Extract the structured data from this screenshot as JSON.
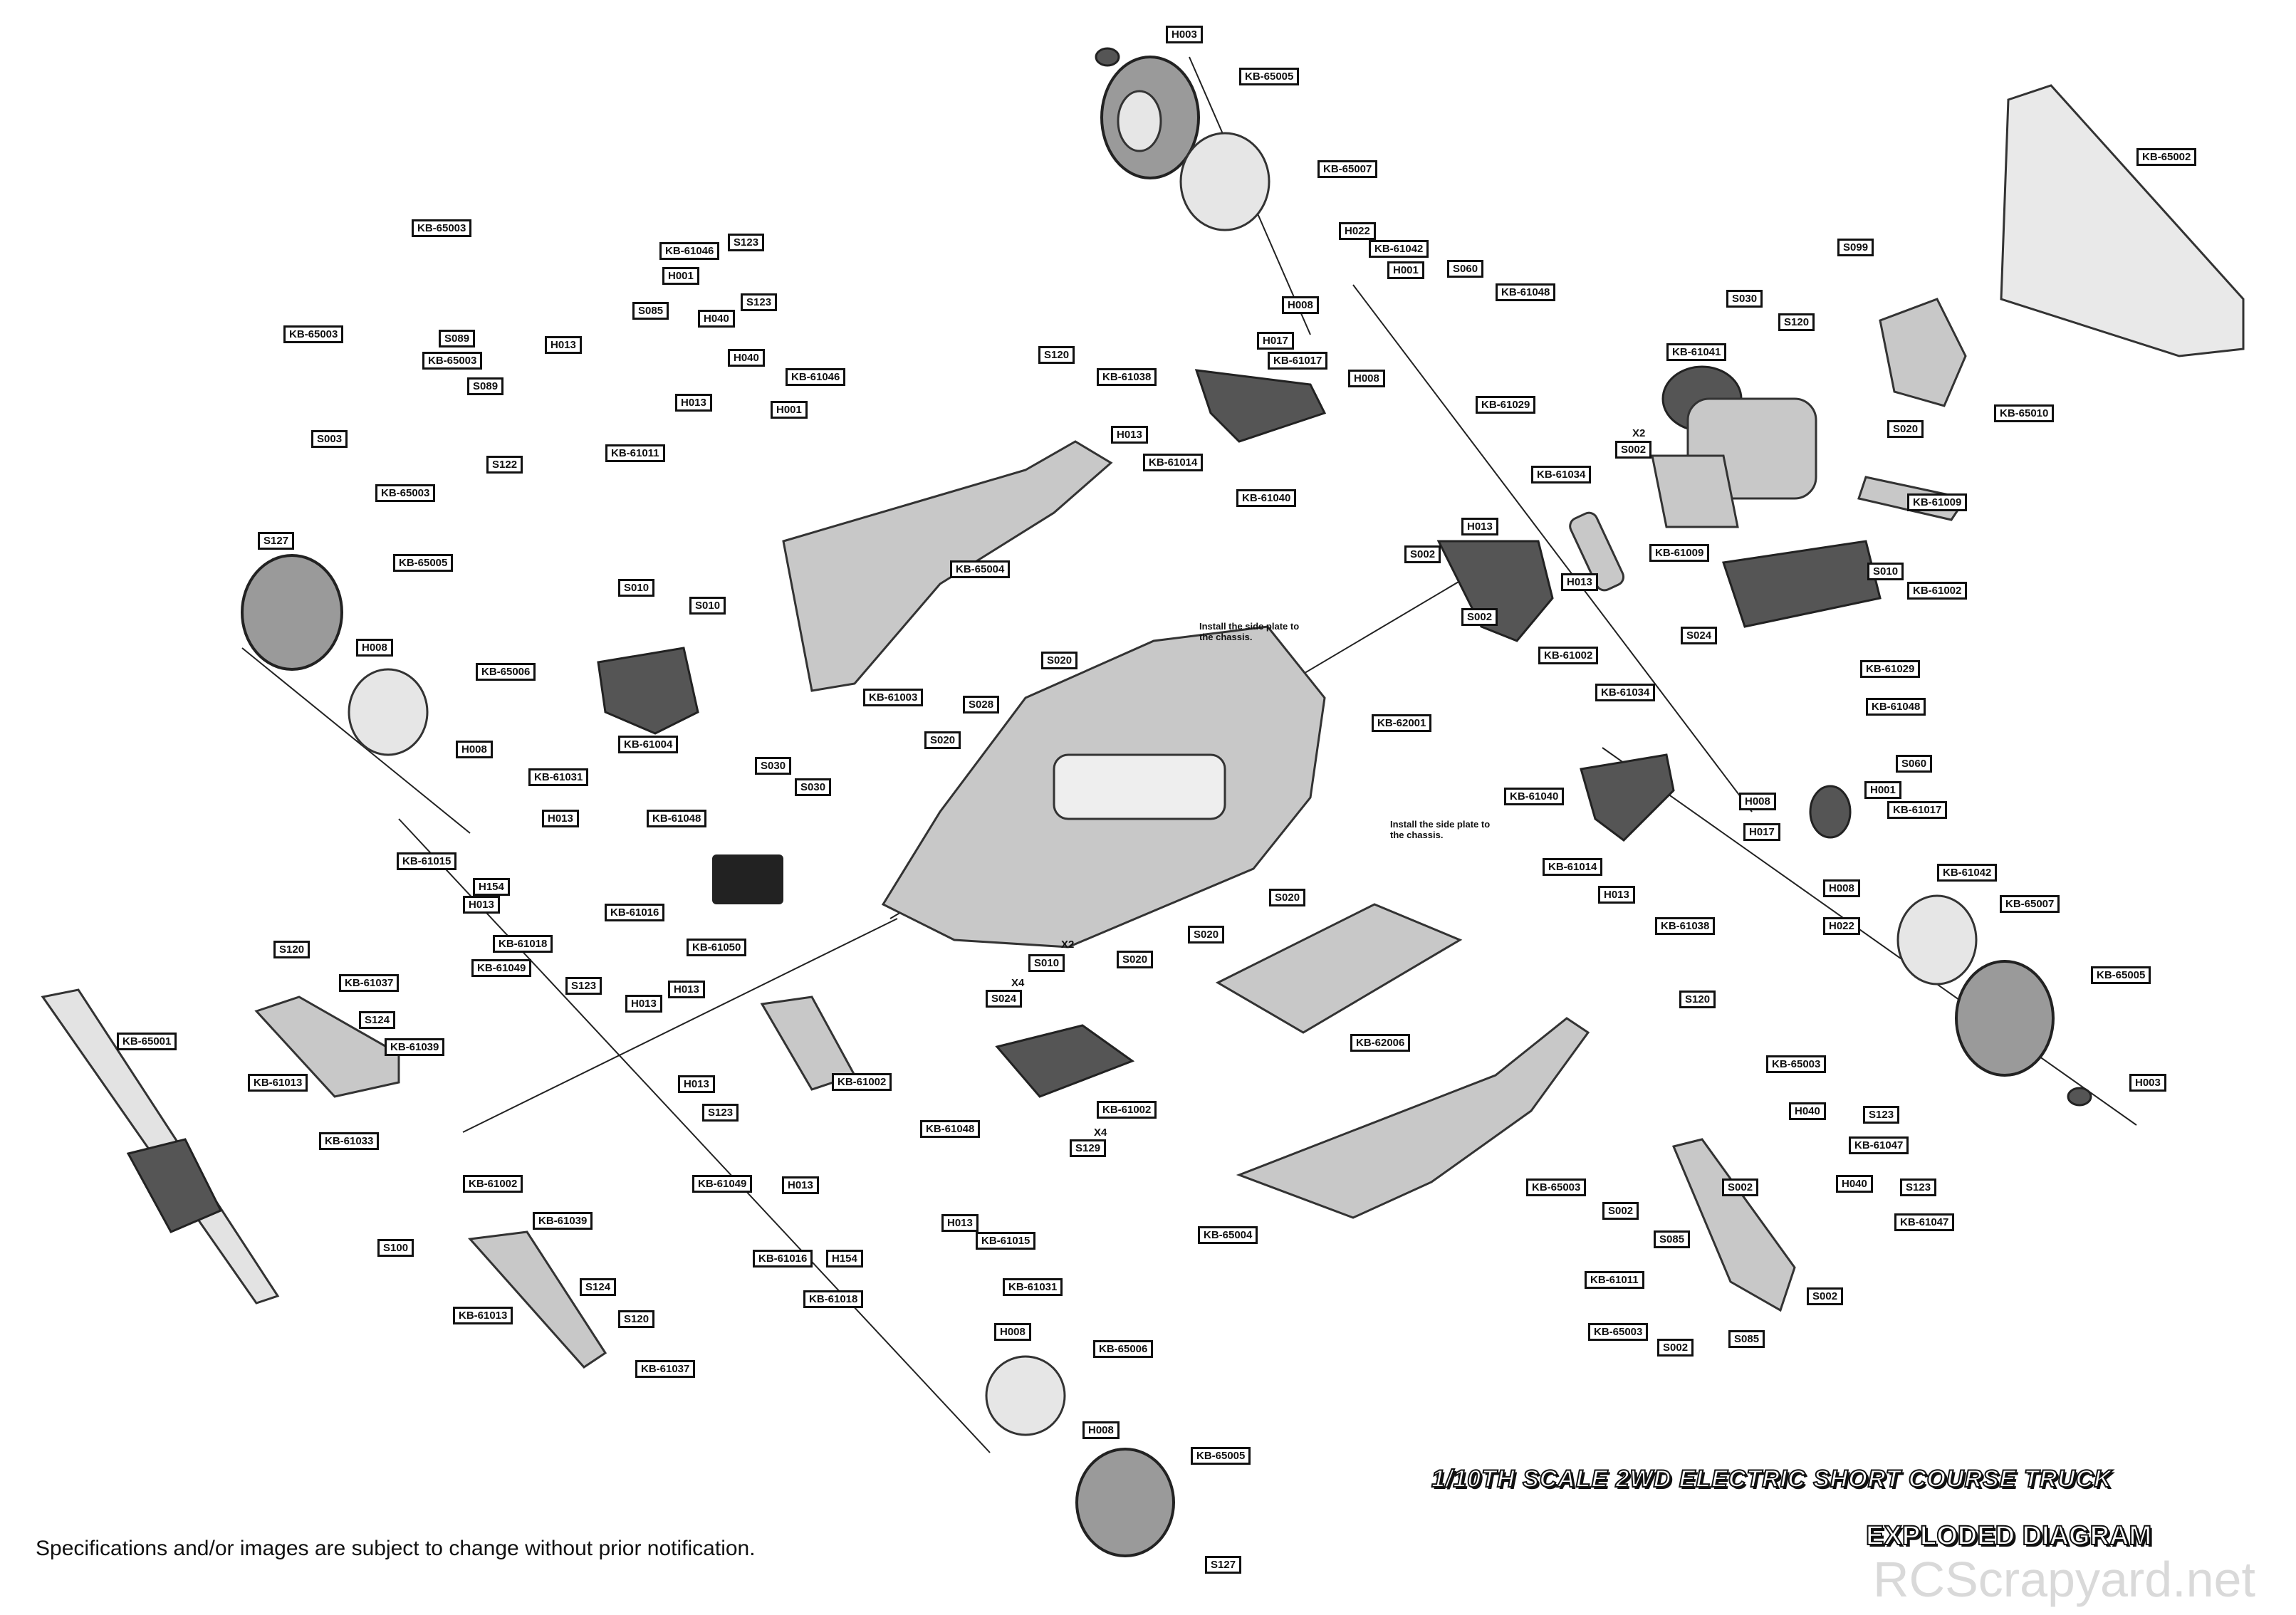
{
  "title": "1/10TH SCALE 2WD ELECTRIC SHORT COURSE TRUCK",
  "subtitle": "EXPLODED DIAGRAM",
  "disclaimer": "Specifications and/or images are subject to change without prior notification.",
  "watermark": "RCScrapyard.net",
  "notes": [
    "Install the side plate to the chassis.",
    "Install the side plate to the chassis."
  ],
  "quantities": [
    "X2",
    "X2",
    "X4",
    "X4"
  ],
  "labels": [
    "H003",
    "KB-65005",
    "KB-65007",
    "H022",
    "KB-61042",
    "H001",
    "S060",
    "KB-61048",
    "H008",
    "H017",
    "KB-61017",
    "H008",
    "KB-61029",
    "KB-61034",
    "KB-65002",
    "S099",
    "S030",
    "S120",
    "KB-61041",
    "KB-65010",
    "S020",
    "S002",
    "KB-61009",
    "KB-61009",
    "S010",
    "KB-61002",
    "S024",
    "KB-65003",
    "KB-65003",
    "S089",
    "KB-65003",
    "S089",
    "S003",
    "S122",
    "KB-65003",
    "KB-61046",
    "S123",
    "H001",
    "H040",
    "S085",
    "S123",
    "H013",
    "H040",
    "KB-61046",
    "H013",
    "H001",
    "KB-61011",
    "S120",
    "KB-61038",
    "H013",
    "KB-61014",
    "KB-61040",
    "KB-65004",
    "H013",
    "S002",
    "H013",
    "S002",
    "KB-61002",
    "KB-61034",
    "S127",
    "KB-65005",
    "S010",
    "S010",
    "H008",
    "KB-65006",
    "KB-61004",
    "H008",
    "KB-61031",
    "H013",
    "KB-61048",
    "KB-61015",
    "H154",
    "H013",
    "KB-61016",
    "KB-61018",
    "S020",
    "S028",
    "KB-61003",
    "S020",
    "S030",
    "S030",
    "KB-62001",
    "KB-61029",
    "KB-61048",
    "S060",
    "H001",
    "H008",
    "KB-61040",
    "KB-61014",
    "KB-61017",
    "H017",
    "H008",
    "KB-61042",
    "KB-65007",
    "H022",
    "H013",
    "KB-61038",
    "S120",
    "KB-65005",
    "S120",
    "KB-61037",
    "KB-61049",
    "KB-61050",
    "S010",
    "S024",
    "S020",
    "S020",
    "S020",
    "KB-62006",
    "S124",
    "KB-61039",
    "KB-65001",
    "KB-61013",
    "S123",
    "H013",
    "H013",
    "H013",
    "S123",
    "KB-61002",
    "KB-61002",
    "S129",
    "KB-61033",
    "KB-61002",
    "S100",
    "KB-61039",
    "KB-61013",
    "S124",
    "S120",
    "KB-61037",
    "KB-61048",
    "KB-61049",
    "H013",
    "H013",
    "KB-61016",
    "H154",
    "KB-61015",
    "KB-61018",
    "KB-61031",
    "H008",
    "KB-65006",
    "H008",
    "KB-65005",
    "S127",
    "KB-65004",
    "KB-65003",
    "H040",
    "S123",
    "KB-61047",
    "KB-65003",
    "S002",
    "S002",
    "H040",
    "S123",
    "KB-61047",
    "S085",
    "KB-61011",
    "S002",
    "KB-65003",
    "S002",
    "S085",
    "H003"
  ]
}
